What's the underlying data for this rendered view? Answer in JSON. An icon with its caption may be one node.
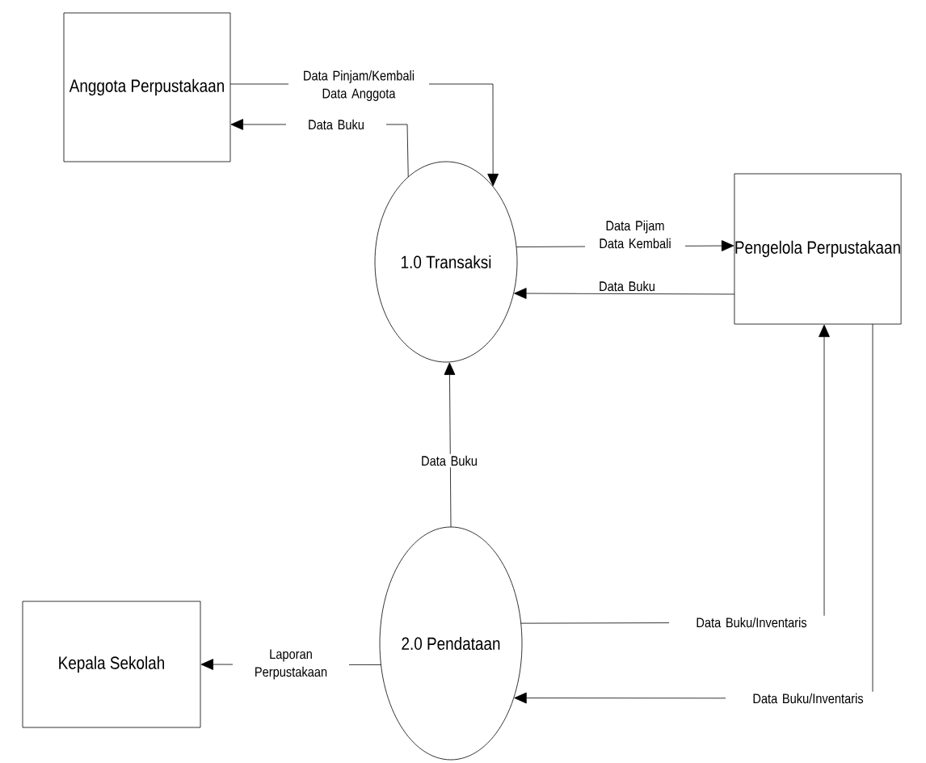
{
  "diagram": {
    "nodes": [
      {
        "text": [
          "Anggota Perpustakaan"
        ]
      },
      {
        "text": [
          "1.0 Transaksi"
        ]
      },
      {
        "text": [
          "Pengelola Perpustakaan"
        ]
      },
      {
        "text": [
          "2.0 Pendataan"
        ]
      },
      {
        "text": [
          "Kepala Sekolah"
        ]
      }
    ],
    "edges": [
      {
        "from": 0,
        "to": 1,
        "arrow": "to",
        "label": "Data Pinjam/Kembali Data Anggota"
      },
      {
        "from": 1,
        "to": 0,
        "arrow": "to",
        "label": "Data Buku"
      },
      {
        "from": 1,
        "to": 2,
        "arrow": "to",
        "label": "Data Pijam Data Kembali"
      },
      {
        "from": 2,
        "to": 1,
        "arrow": "to",
        "label": "Data Buku"
      },
      {
        "from": 3,
        "to": 1,
        "arrow": "to",
        "label": "Data Buku"
      },
      {
        "from": 3,
        "to": 4,
        "arrow": "to",
        "label": "Laporan Perpustakaan"
      },
      {
        "from": 3,
        "to": 2,
        "arrow": "to",
        "label": "Data Buku/Inventaris"
      },
      {
        "from": 2,
        "to": 3,
        "arrow": "to",
        "label": "Data Buku/Inventaris"
      }
    ]
  }
}
